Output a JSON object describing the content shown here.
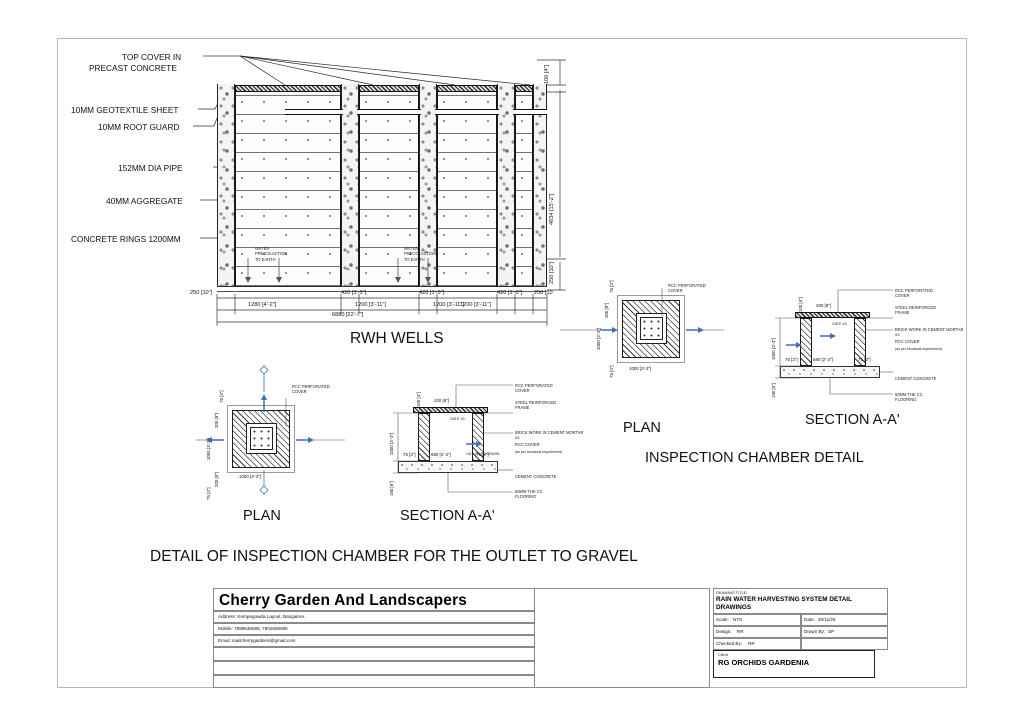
{
  "sheet": {
    "main_section_caption": "RWH WELLS",
    "bottom_caption": "DETAIL OF INSPECTION CHAMBER FOR THE OUTLET TO GRAVEL",
    "right_group_caption": "INSPECTION CHAMBER DETAIL"
  },
  "callouts": {
    "top_cover_line1": "TOP COVER IN",
    "top_cover_line2": "PRECAST CONCRETE",
    "geotextile": "10MM GEOTEXTILE SHEET",
    "root_guard": "10MM ROOT GUARD",
    "pipe": "152MM DIA PIPE",
    "aggregate": "40MM AGGREGATE",
    "rings": "CONCRETE RINGS 1200MM"
  },
  "well_notes": {
    "percolation_l1": "WATER",
    "percolation_l2": "PRECOLACTION",
    "percolation_l3": "TO EARTH"
  },
  "main_dims": {
    "left_wall": "250 [10\"]",
    "right_wall": "250 [10",
    "well_1_width": "1280 [4'-2\"]",
    "gap_1": "420 [1'-5\"]",
    "well_2_width": "1200 [3'-11\"]",
    "gap_2": "420 [1'-5\"]",
    "well_3_width": "1200 [3'-11\"]",
    "gap_3": "420 [1'-5\"]",
    "well_4_width": "1200 [3'-11\"]",
    "overall": "6880 [22'-7\"]",
    "top_cover_thk": "100 [4\"]",
    "well_depth": "4634 [15'-2\"]",
    "base_thk": "250 [10\"]"
  },
  "chamber": {
    "plan_caption": "PLAN",
    "section_caption": "SECTION A-A'",
    "dims": {
      "side_1000": "1000 [3'-3\"]",
      "bottom_1000": "1000 [3'-3\"]",
      "d200": "200 [8\"]",
      "d75": "75 [3\"]",
      "d150": "150 [6\"]",
      "d680": "680 [2'-3\"]",
      "d100": "100 [4\"]"
    },
    "labels": {
      "rcc_perf_1": "RCC PERFORATED",
      "rcc_perf_2": "COVER",
      "steel_frame_1": "STEEL REINFORCED",
      "steel_frame_2": "FRAME",
      "brick_work": "BRICK WORK IN CEMENT MORTAR",
      "brick_work_2": "9/1",
      "rcc_cover": "RCC COVER",
      "rcc_cover_note": "(as per structural requirement)",
      "cement_concrete": "CEMENT CONCRETE",
      "cc_floor_1": "50MM THK  CC",
      "cc_floor_2": "FLOORING",
      "outlet": "OUTLET TO GRAVEL",
      "gate_val": "GATE  V/L"
    }
  },
  "title_block": {
    "company": "Cherry Garden And Landscapers",
    "address": "Address:  Kempegowda Layout, Bangalore.",
    "mobile": "Mobile:  7899636688, 7802696695",
    "email": "Email: mailcherrygardens@gmail.com",
    "drawing_title_label": "DRAWING TITLE:",
    "drawing_title_1": "RAIN WATER HARVESTING SYSTEM DETAIL",
    "drawing_title_2": "DRAWINGS",
    "scale_label": "Scale:",
    "scale_value": "NTS",
    "date_label": "Date:",
    "date_value": "20/11/25",
    "design_label": "Design:",
    "design_value": "RR",
    "drawn_label": "Drawn By:",
    "drawn_value": "SP",
    "checked_label": "Checked By:",
    "checked_value": "RR",
    "client_label": "Client",
    "client_value": "RG ORCHIDS GARDENIA"
  }
}
